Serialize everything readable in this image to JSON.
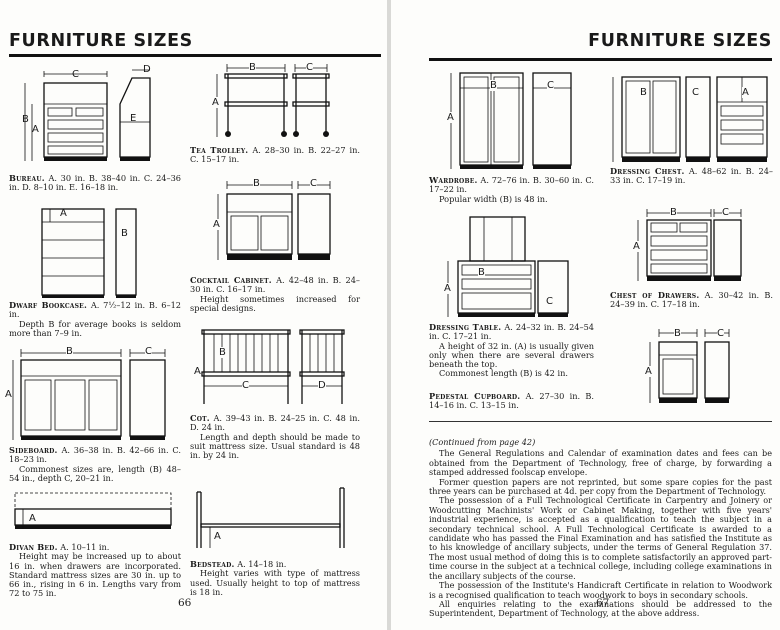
{
  "left_page": {
    "heading": "FURNITURE SIZES",
    "page_number": "66",
    "items": {
      "bureau": {
        "title": "Bureau.",
        "text": "A. 30 in. B. 38–40 in. C. 24–36 in. D. 8–10 in. E. 16–18 in.",
        "labels": [
          "A",
          "B",
          "C",
          "D",
          "E"
        ]
      },
      "dwarf_bookcase": {
        "title": "Dwarf Bookcase.",
        "text": "A. 7½–12 in. B. 6–12 in.",
        "note": "Depth B for average books is seldom more than 7–9 in.",
        "labels": [
          "A",
          "B"
        ]
      },
      "sideboard": {
        "title": "Sideboard.",
        "text": "A. 36–38 in. B. 42–66 in. C. 18–23 in.",
        "note": "Commonest sizes are, length (B) 48–54 in., depth C, 20–21 in.",
        "labels": [
          "A",
          "B",
          "C"
        ]
      },
      "divan_bed": {
        "title": "Divan Bed.",
        "text": "A. 10–11 in.",
        "note": "Height may be increased up to about 16 in. when drawers are incorporated. Standard mattress sizes are 30 in. up to 66 in., rising in 6 in. Lengths vary from 72 to 75 in.",
        "labels": [
          "A"
        ]
      },
      "tea_trolley": {
        "title": "Tea Trolley.",
        "text": "A. 28–30 in. B. 22–27 in. C. 15–17 in.",
        "labels": [
          "A",
          "B",
          "C"
        ]
      },
      "cocktail_cabinet": {
        "title": "Cocktail Cabinet.",
        "text": "A. 42–48 in. B. 24–30 in. C. 16–17 in.",
        "note": "Height sometimes increased for special designs.",
        "labels": [
          "A",
          "B",
          "C"
        ]
      },
      "cot": {
        "title": "Cot.",
        "text": "A. 39–43 in. B. 24–25 in. C. 48 in. D. 24 in.",
        "note": "Length and depth should be made to suit mattress size. Usual standard is 48 in. by 24 in.",
        "labels": [
          "A",
          "B",
          "C",
          "D"
        ]
      },
      "bedstead": {
        "title": "Bedstead.",
        "text": "A. 14–18 in.",
        "note": "Height varies with type of mattress used. Usually height to top of mattress is 18 in.",
        "labels": [
          "A"
        ]
      }
    }
  },
  "right_page": {
    "heading": "FURNITURE SIZES",
    "page_number": "67",
    "items": {
      "wardrobe": {
        "title": "Wardrobe.",
        "text": "A. 72–76 in. B. 30–60 in. C. 17–22 in.",
        "note": "Popular width (B) is 48 in.",
        "labels": [
          "A",
          "B",
          "C"
        ]
      },
      "dressing_chest": {
        "title": "Dressing Chest.",
        "text": "A. 48–62 in. B. 24–33 in. C. 17–19 in.",
        "labels": [
          "A",
          "B",
          "C"
        ]
      },
      "chest_of_drawers": {
        "title": "Chest of Drawers.",
        "text": "A. 30–42 in. B. 24–39 in. C. 17–18 in.",
        "labels": [
          "A",
          "B",
          "C"
        ]
      },
      "dressing_table": {
        "title": "Dressing Table.",
        "text": "A. 24–32 in. B. 24–54 in. C. 17–21 in.",
        "note": "A height of 32 in. (A) is usually given only when there are several drawers beneath the top.",
        "note2": "Commonest length (B) is 42 in.",
        "labels": [
          "A",
          "B",
          "C"
        ]
      },
      "pedestal_cupboard": {
        "title": "Pedestal Cupboard.",
        "text": "A. 27–30 in. B. 14–16 in. C. 13–15 in.",
        "labels": [
          "A",
          "B",
          "C"
        ]
      }
    },
    "continued": "(Continued from page 42)",
    "paragraphs": [
      "The General Regulations and Calendar of examination dates and fees can be obtained from the Department of Technology, free of charge, by forwarding a stamped addressed foolscap envelope.",
      "Former question papers are not reprinted, but some spare copies for the past three years can be purchased at 4d. per copy from the Department of Technology.",
      "The possession of a Full Technological Certificate in Carpentry and Joinery or Woodcutting Machinists' Work or Cabinet Making, together with five years' industrial experience, is accepted as a qualification to teach the subject in a secondary technical school. A Full Technological Certificate is awarded to a candidate who has passed the Final Examination and has satisfied the Institute as to his knowledge of ancillary subjects, under the terms of General Regulation 37. The most usual method of doing this is to complete satisfactorily an approved part-time course in the subject at a technical college, including college examinations in the ancillary subjects of the course.",
      "The possession of the Institute's Handicraft Certificate in relation to Woodwork is a recognised qualification to teach woodwork to boys in secondary schools.",
      "All enquiries relating to the examinations should be addressed to the Superintendent, Department of Technology, at the above address."
    ]
  }
}
